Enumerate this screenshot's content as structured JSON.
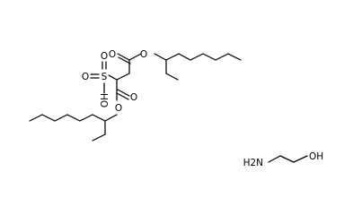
{
  "diagram": {
    "type": "skeletal-formula",
    "molecules": [
      {
        "id": "sulfosuccinate-diester",
        "labels": {
          "o_ester_top": "O",
          "o_carbonyl_top": "O",
          "s": "S",
          "o_s_left": "O",
          "o_s_top": "O",
          "oh_s": "OH",
          "o_carbonyl_bottom": "O",
          "o_ester_bottom": "O"
        }
      },
      {
        "id": "ethanolamine",
        "labels": {
          "nh2": "H2N",
          "oh": "OH"
        }
      }
    ]
  }
}
